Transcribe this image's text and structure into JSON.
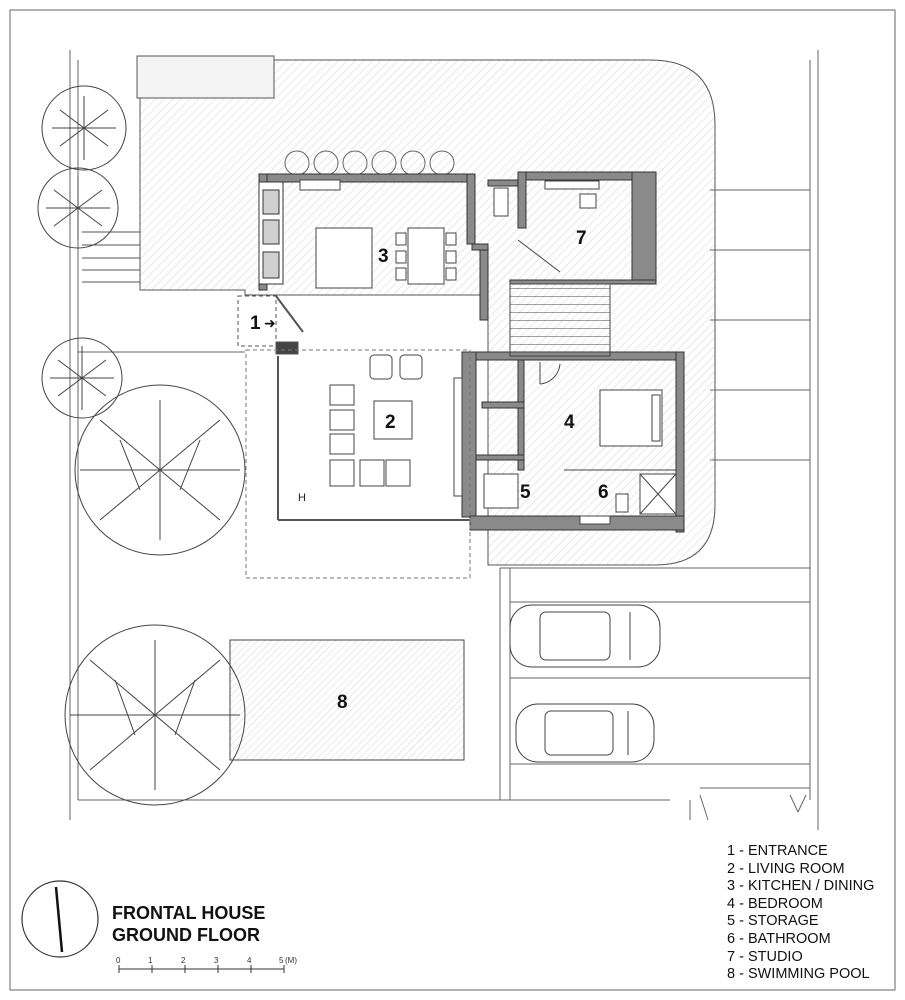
{
  "drawing": {
    "title_line1": "FRONTAL HOUSE",
    "title_line2": "GROUND FLOOR"
  },
  "rooms": [
    {
      "number": "1",
      "name": "ENTRANCE"
    },
    {
      "number": "2",
      "name": "LIVING ROOM"
    },
    {
      "number": "3",
      "name": "KITCHEN / DINING"
    },
    {
      "number": "4",
      "name": "BEDROOM"
    },
    {
      "number": "5",
      "name": "STORAGE"
    },
    {
      "number": "6",
      "name": "BATHROOM"
    },
    {
      "number": "7",
      "name": "STUDIO"
    },
    {
      "number": "8",
      "name": "SWIMMING POOL"
    }
  ],
  "legend": [
    "1 - ENTRANCE",
    "2 - LIVING ROOM",
    "3 - KITCHEN / DINING",
    "4 - BEDROOM",
    "5 - STORAGE",
    "6 - BATHROOM",
    "7 - STUDIO",
    "8 - SWIMMING POOL"
  ],
  "scale": {
    "ticks": [
      "0",
      "1",
      "2",
      "3",
      "4",
      "5"
    ],
    "unit": "(M)"
  },
  "markers": {
    "entrance_arrow": "➜",
    "living_symbol": "H"
  },
  "colors": {
    "wall": "#8a8a8a",
    "wall_outline": "#333333",
    "lawn": "#e7ebe6",
    "line": "#555555",
    "tree": "#444444"
  }
}
